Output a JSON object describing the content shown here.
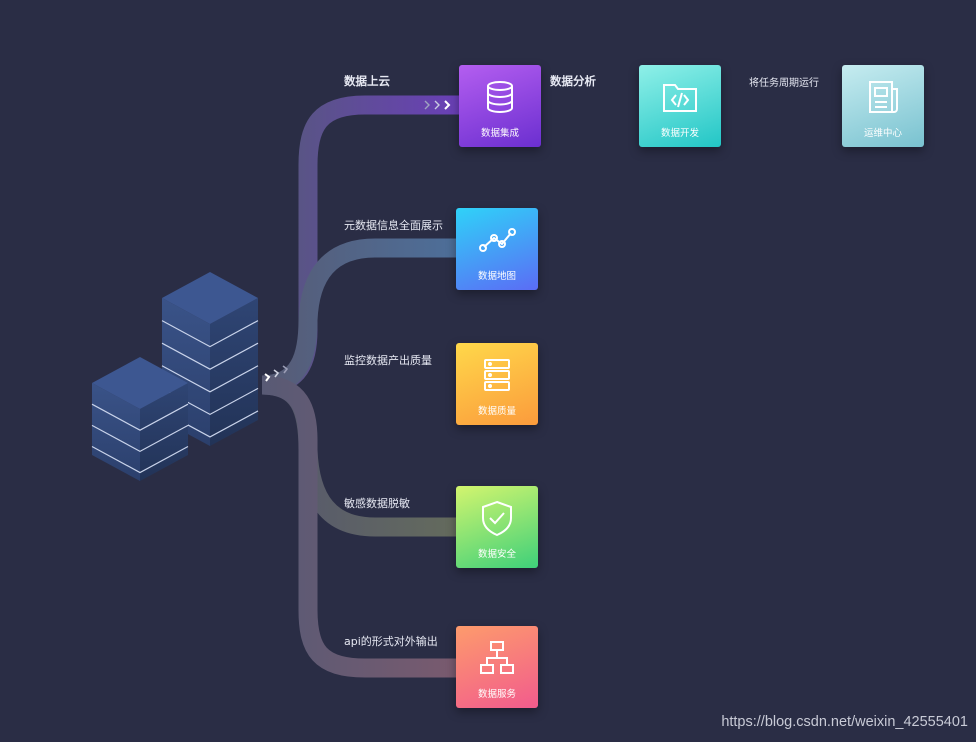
{
  "edges": {
    "to_cloud": "数据上云",
    "analysis": "数据分析",
    "schedule": "将任务周期运行",
    "metadata": "元数据信息全面展示",
    "quality": "监控数据产出质量",
    "masking": "敏感数据脱敏",
    "api": "api的形式对外输出"
  },
  "cards": {
    "integration": {
      "title": "数据集成",
      "icon": "database-icon",
      "color_start": "#b45ef0",
      "color_end": "#6b2fd0"
    },
    "develop": {
      "title": "数据开发",
      "icon": "code-folder-icon",
      "color_start": "#8ff0e8",
      "color_end": "#22c6c6"
    },
    "ops": {
      "title": "运维中心",
      "icon": "document-icon",
      "color_start": "#c6ecf0",
      "color_end": "#79c2d0"
    },
    "map": {
      "title": "数据地图",
      "icon": "line-chart-icon",
      "color_start": "#2fd2f8",
      "color_end": "#5b6cf5"
    },
    "quality": {
      "title": "数据质量",
      "icon": "server-rack-icon",
      "color_start": "#ffd84a",
      "color_end": "#fb9b3c"
    },
    "security": {
      "title": "数据安全",
      "icon": "shield-check-icon",
      "color_start": "#d3f56e",
      "color_end": "#3ed07a"
    },
    "service": {
      "title": "数据服务",
      "icon": "sitemap-icon",
      "color_start": "#fd9b6c",
      "color_end": "#f25b8d"
    }
  },
  "watermark": "https://blog.csdn.net/weixin_42555401"
}
